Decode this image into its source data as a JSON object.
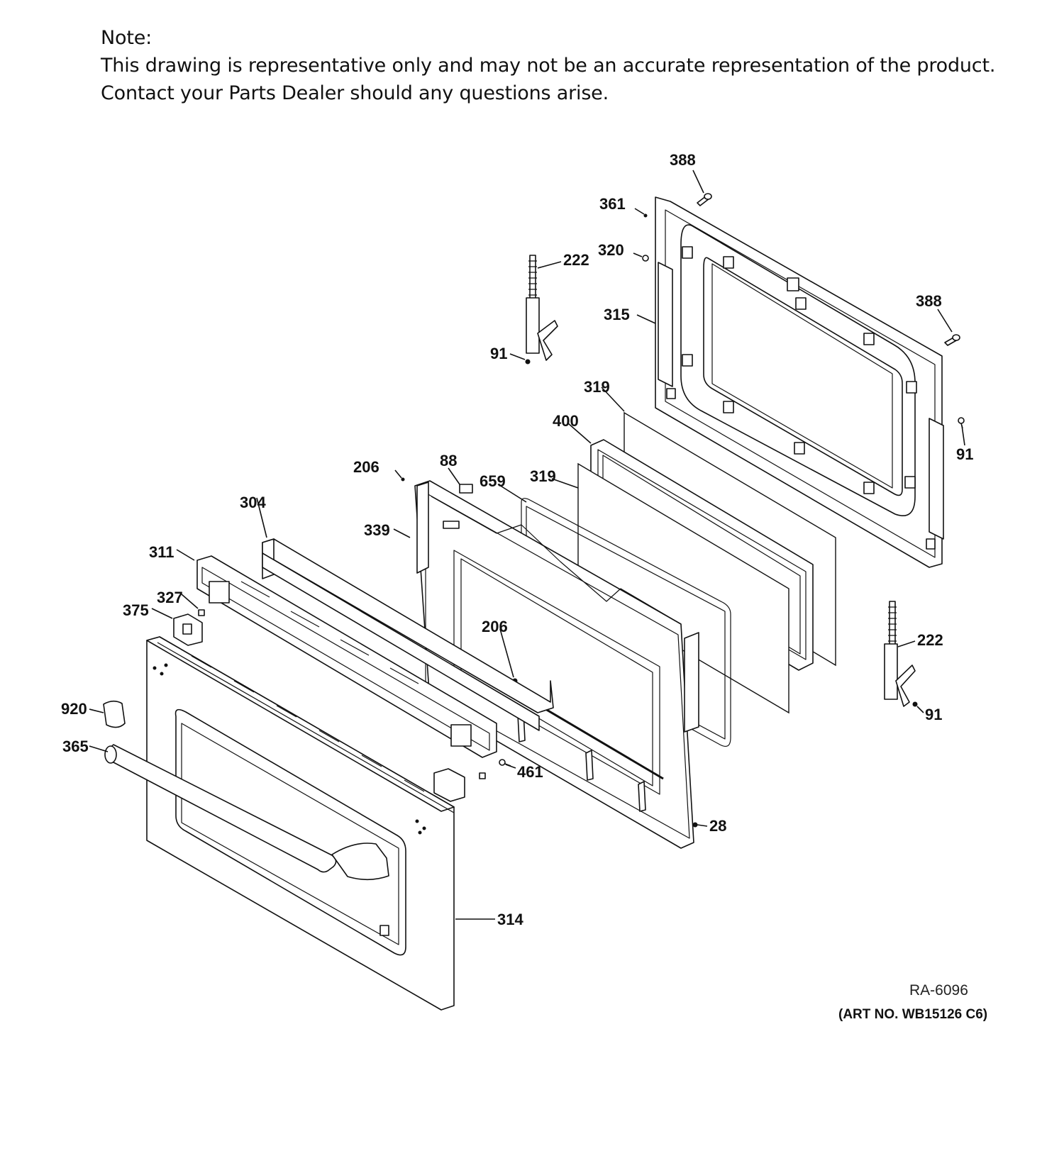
{
  "note": {
    "heading": "Note:",
    "line1": "This drawing is representative only and may not be an accurate representation of the product.",
    "line2": "Contact your Parts Dealer should any questions arise."
  },
  "callouts": {
    "c388a": "388",
    "c361": "361",
    "c320": "320",
    "c222a": "222",
    "c315": "315",
    "c388b": "388",
    "c91a": "91",
    "c319a": "319",
    "c91b": "91",
    "c400": "400",
    "c206a": "206",
    "c88": "88",
    "c659": "659",
    "c319b": "319",
    "c304": "304",
    "c339": "339",
    "c311": "311",
    "c327": "327",
    "c375": "375",
    "c206b": "206",
    "c222b": "222",
    "c920": "920",
    "c91c": "91",
    "c365": "365",
    "c461": "461",
    "c28": "28",
    "c314": "314"
  },
  "footer": {
    "ref": "RA-6096",
    "art_no": "(ART NO. WB15126 C6)"
  }
}
